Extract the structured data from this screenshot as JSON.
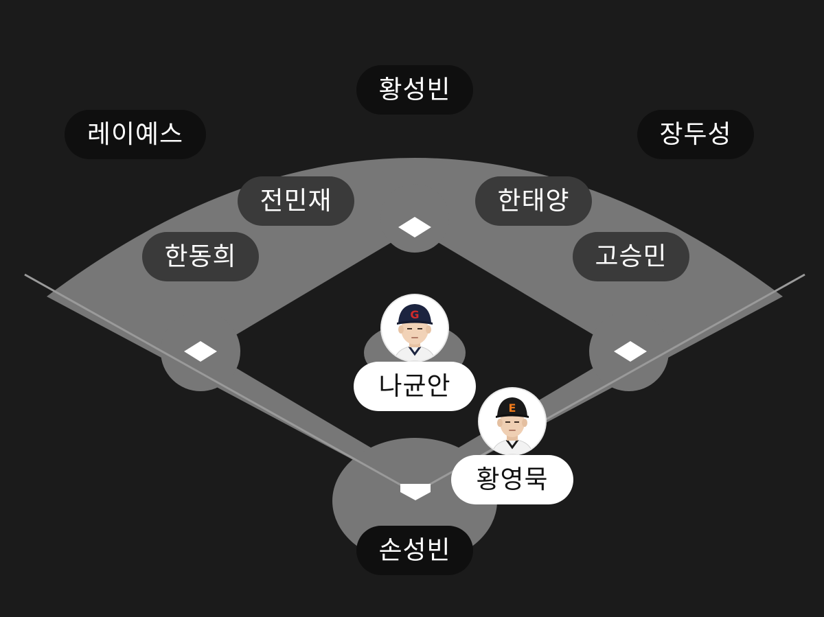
{
  "colors": {
    "background": "#1b1b1b",
    "field": "#777777",
    "infield_dirt": "#1b1b1b",
    "base": "#ffffff",
    "pill_dark": "#0f0f0f",
    "pill_mid": "#3a3a3a",
    "pill_light": "#ffffff",
    "cap_navy": "#1c2440",
    "cap_logo_red": "#d22b2b",
    "cap_black": "#1a1a1a",
    "cap_logo_orange": "#f07a1a"
  },
  "positions": {
    "center_field": "황성빈",
    "left_field": "레이예스",
    "right_field": "장두성",
    "shortstop": "전민재",
    "second_base": "한태양",
    "third_base": "한동희",
    "first_base": "고승민",
    "pitcher": "나균안",
    "catcher": "손성빈",
    "relief": "황영묵"
  },
  "avatars": {
    "pitcher": {
      "icon": "player-photo-icon",
      "cap_logo": "G"
    },
    "relief": {
      "icon": "player-photo-icon",
      "cap_logo": "E"
    }
  }
}
